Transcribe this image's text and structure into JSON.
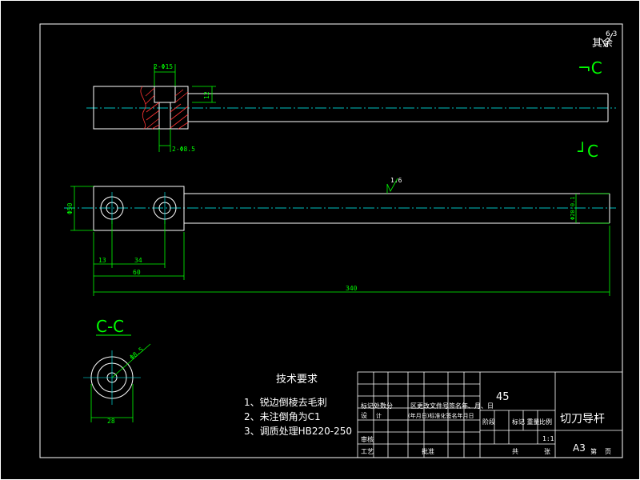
{
  "surface_roughness": {
    "value": "6.3",
    "label": "其余"
  },
  "section_markers": {
    "top_symbol": "¬C",
    "bottom_symbol": "┘C",
    "title": "C-C"
  },
  "dims": {
    "hole_depth": "2-Φ15",
    "hole_thru": "2-Φ8.5",
    "side_height": "12",
    "top_roughness": "1.6",
    "left_height": "Φ50",
    "right_height": "Φ20-0.1",
    "d13": "13",
    "d34": "34",
    "d60": "60",
    "d340": "340",
    "section_width": "28",
    "section_callout": "Φ8.5"
  },
  "tech_requirements": {
    "title": "技术要求",
    "items": [
      "1、锐边倒棱去毛刺",
      "2、未注倒角为C1",
      "3、调质处理HB220-250"
    ]
  },
  "title_block": {
    "material": "45",
    "part_name": "切刀导杆",
    "scale": "1:1",
    "sheet": "A3",
    "row_mark": "标记处数分",
    "row_change": "区更改文件号签名年、月、日",
    "row_design": "设",
    "row_design2": "计",
    "row_sign": "(年月日)标准化签名年月日",
    "row_stage": "阶段",
    "row_weight": "标记 重量",
    "row_scale_label": "比例",
    "row_review": "审核",
    "row_process": "工艺",
    "row_approve": "批准",
    "row_total": "共",
    "row_sheet_label": "张",
    "row_page": "第",
    "row_page_label": "页"
  }
}
